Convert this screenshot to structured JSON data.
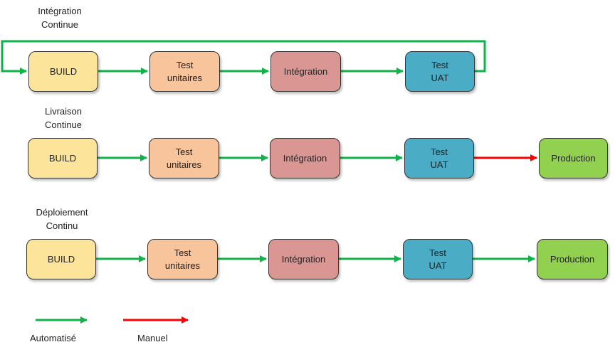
{
  "colors": {
    "automated": "#12b24a",
    "manual": "#ff0000",
    "build": "#fde49b",
    "unit_tests": "#f8c49c",
    "integration": "#d99692",
    "uat": "#4bacc6",
    "production": "#92d050"
  },
  "pipelines": [
    {
      "title_line1": "Intégration",
      "title_line2": "Continue",
      "stages": [
        {
          "line1": "BUILD",
          "line2": ""
        },
        {
          "line1": "Test",
          "line2": "unitaires"
        },
        {
          "line1": "Intégration",
          "line2": ""
        },
        {
          "line1": "Test",
          "line2": "UAT"
        }
      ],
      "links": [
        "automated",
        "automated",
        "automated"
      ],
      "feedback_loop": "automated"
    },
    {
      "title_line1": "Livraison",
      "title_line2": "Continue",
      "stages": [
        {
          "line1": "BUILD",
          "line2": ""
        },
        {
          "line1": "Test",
          "line2": "unitaires"
        },
        {
          "line1": "Intégration",
          "line2": ""
        },
        {
          "line1": "Test",
          "line2": "UAT"
        },
        {
          "line1": "Production",
          "line2": ""
        }
      ],
      "links": [
        "automated",
        "automated",
        "automated",
        "manual"
      ]
    },
    {
      "title_line1": "Déploiement",
      "title_line2": "Continu",
      "stages": [
        {
          "line1": "BUILD",
          "line2": ""
        },
        {
          "line1": "Test",
          "line2": "unitaires"
        },
        {
          "line1": "Intégration",
          "line2": ""
        },
        {
          "line1": "Test",
          "line2": "UAT"
        },
        {
          "line1": "Production",
          "line2": ""
        }
      ],
      "links": [
        "automated",
        "automated",
        "automated",
        "automated"
      ]
    }
  ],
  "legend": {
    "automated_label": "Automatisé",
    "manual_label": "Manuel"
  }
}
